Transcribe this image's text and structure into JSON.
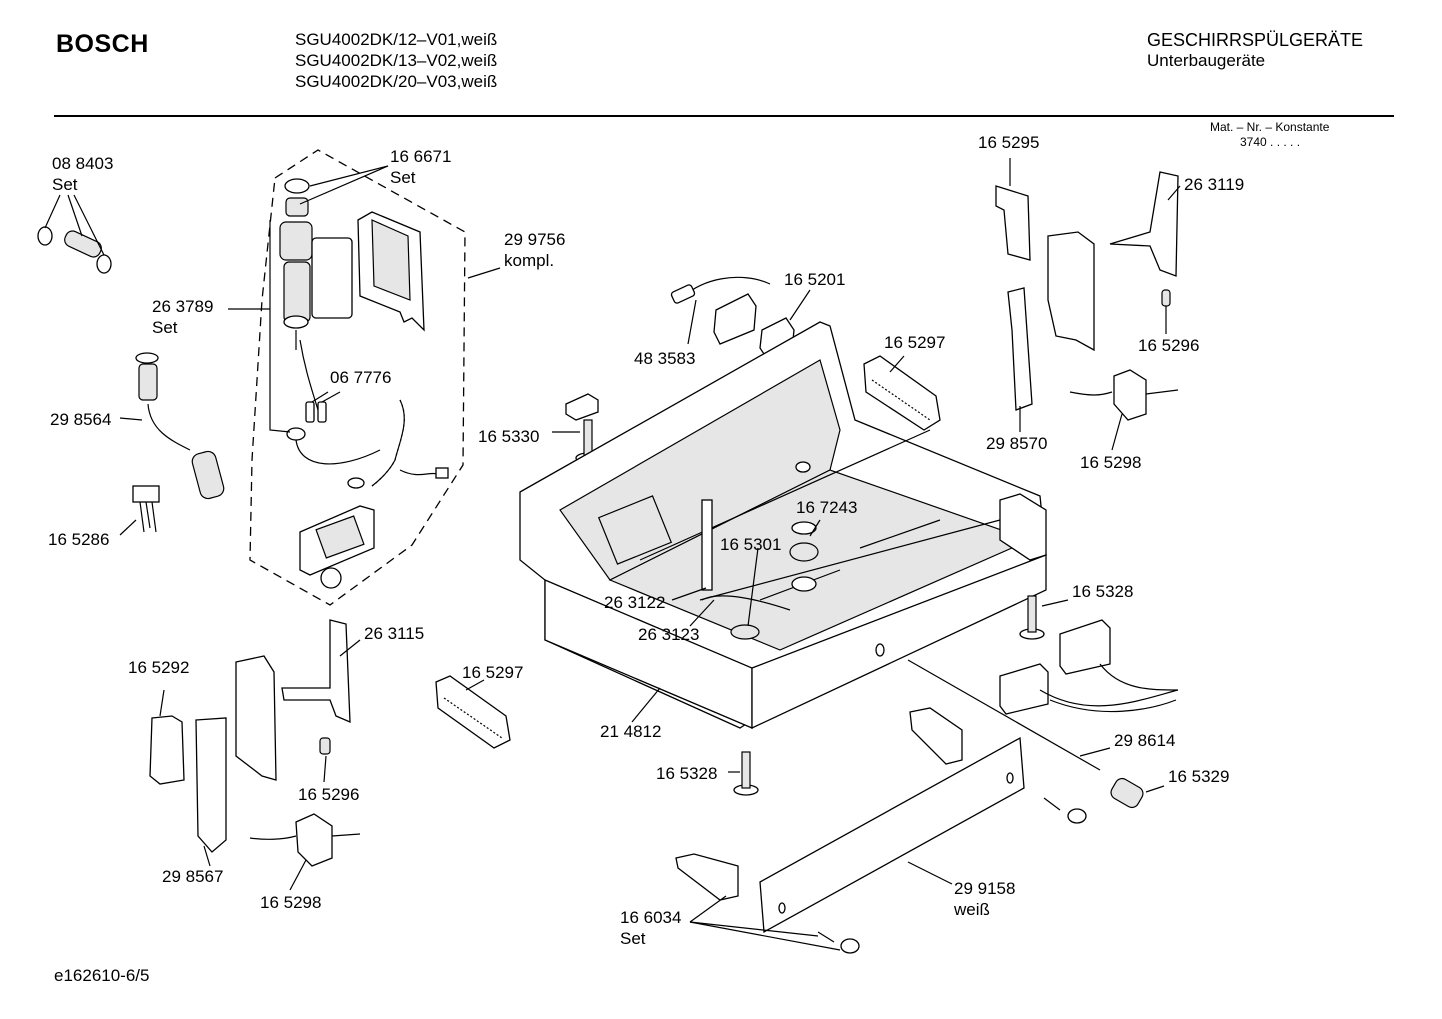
{
  "header": {
    "brand": "BOSCH",
    "models": [
      "SGU4002DK/12–V01,weiß",
      "SGU4002DK/13–V02,weiß",
      "SGU4002DK/20–V03,weiß"
    ],
    "category": "GESCHIRRSPÜLGERÄTE",
    "subcategory": "Unterbaugeräte",
    "mat_label": "Mat. – Nr. – Konstante",
    "mat_value": "3740  .  .  .  .  ."
  },
  "footer": {
    "id": "e162610-6/5"
  },
  "parts": {
    "p088403": "08 8403",
    "p088403_set": "Set",
    "p166671": "16 6671",
    "p166671_set": "Set",
    "p299756": "29 9756",
    "p299756_kompl": "kompl.",
    "p263789": "26 3789",
    "p263789_set": "Set",
    "p298564": "29 8564",
    "p067776": "06 7776",
    "p165286": "16 5286",
    "p483583": "48 3583",
    "p165201": "16 5201",
    "p165330": "16 5330",
    "p165297a": "16 5297",
    "p165295": "16 5295",
    "p263119": "26 3119",
    "p165296a": "16 5296",
    "p298570": "29 8570",
    "p165298a": "16 5298",
    "p167243": "16 7243",
    "p165301": "16 5301",
    "p263122": "26 3122",
    "p263123": "26 3123",
    "p165328a": "16 5328",
    "p263115": "26 3115",
    "p165292": "16 5292",
    "p165297b": "16 5297",
    "p214812": "21 4812",
    "p298614": "29 8614",
    "p165328b": "16 5328",
    "p165329": "16 5329",
    "p165296b": "16 5296",
    "p298567": "29 8567",
    "p165298b": "16 5298",
    "p299158": "29 9158",
    "p299158_weiss": "weiß",
    "p166034": "16 6034",
    "p166034_set": "Set"
  }
}
